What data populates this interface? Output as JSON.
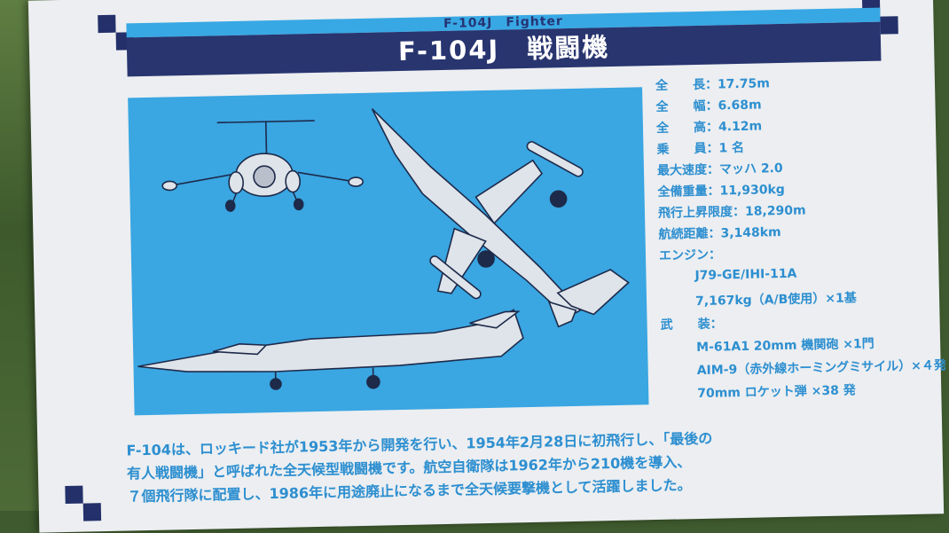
{
  "header": {
    "subtitle": "F-104J　Fighter",
    "title": "F-104J　戦闘機"
  },
  "specs": [
    {
      "label": "全　　長",
      "value": "：17.75m"
    },
    {
      "label": "全　　幅",
      "value": "：6.68m"
    },
    {
      "label": "全　　高",
      "value": "：4.12m"
    },
    {
      "label": "乗　　員",
      "value": "：1 名"
    },
    {
      "label": "最大速度",
      "value": "：マッハ 2.0"
    },
    {
      "label": "全備重量",
      "value": "：11,930kg"
    },
    {
      "label": "飛行上昇限度",
      "value": "：18,290m"
    },
    {
      "label": "航続距離",
      "value": "：3,148km"
    }
  ],
  "engine": {
    "label": "エンジン：",
    "model": "J79-GE/IHI-11A",
    "thrust": "7,167kg（A/B使用）×1基"
  },
  "armament": {
    "label": "武　　装：",
    "items": [
      "M-61A1 20mm 機関砲 ×1門",
      "AIM-9（赤外線ホーミングミサイル）×４発",
      "70mm ロケット弾 ×38 発"
    ]
  },
  "description": [
    "F-104は、ロッキード社が1953年から開発を行い、1954年2月28日に初飛行し、「最後の",
    "有人戦闘機」と呼ばれた全天候型戦闘機です。航空自衛隊は1962年から210機を導入、",
    "７個飛行隊に配置し、1986年に用途廃止になるまで全天候要撃機として活躍しました。"
  ],
  "colors": {
    "navy": "#28356f",
    "sky_blue": "#3aa6e2",
    "text_blue": "#2d8fd0",
    "board": "#eceef1"
  }
}
